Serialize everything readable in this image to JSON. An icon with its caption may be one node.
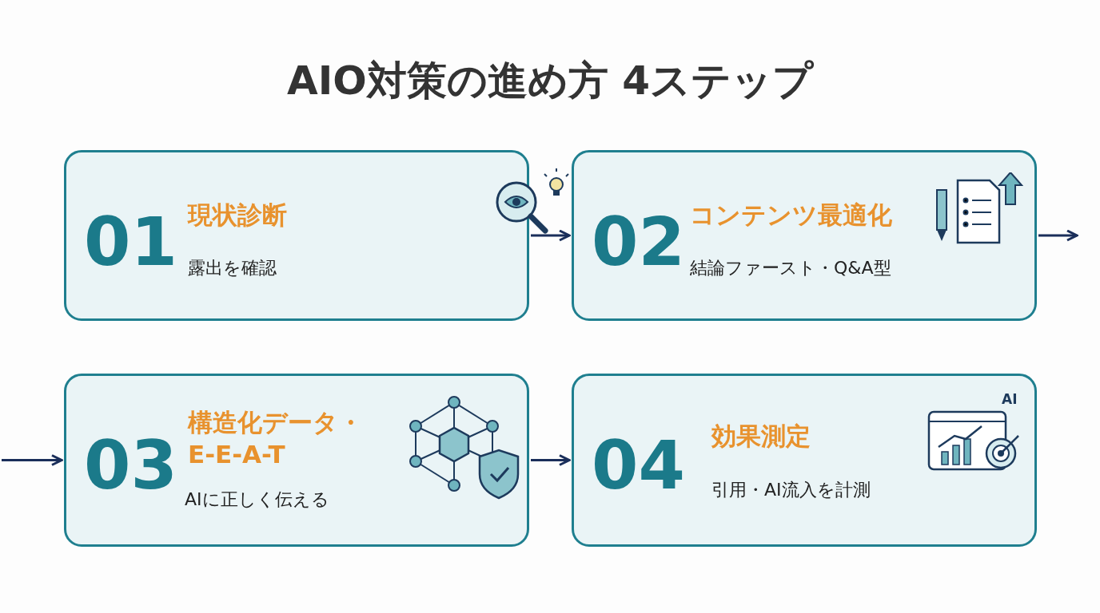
{
  "diagram": {
    "title": "AIO対策の進め方 4ステップ",
    "nodes": [
      {
        "text": [
          "01",
          "現状診断",
          "露出を確認"
        ]
      },
      {
        "text": [
          "02",
          "コンテンツ最適化",
          "結論ファースト・Q&A型"
        ]
      },
      {
        "text": [
          "03",
          "構造化データ・E-E-A-T",
          "AIに正しく伝える"
        ]
      },
      {
        "text": [
          "04",
          "効果測定",
          "引用・AI流入を計測"
        ]
      }
    ],
    "edges": [
      {
        "from": 0,
        "to": 1,
        "arrow": "to"
      },
      {
        "from": 1,
        "to": null,
        "arrow": "to"
      },
      {
        "from": null,
        "to": 2,
        "arrow": "to"
      },
      {
        "from": 2,
        "to": 3,
        "arrow": "to"
      }
    ],
    "labels": [
      "AI"
    ]
  }
}
